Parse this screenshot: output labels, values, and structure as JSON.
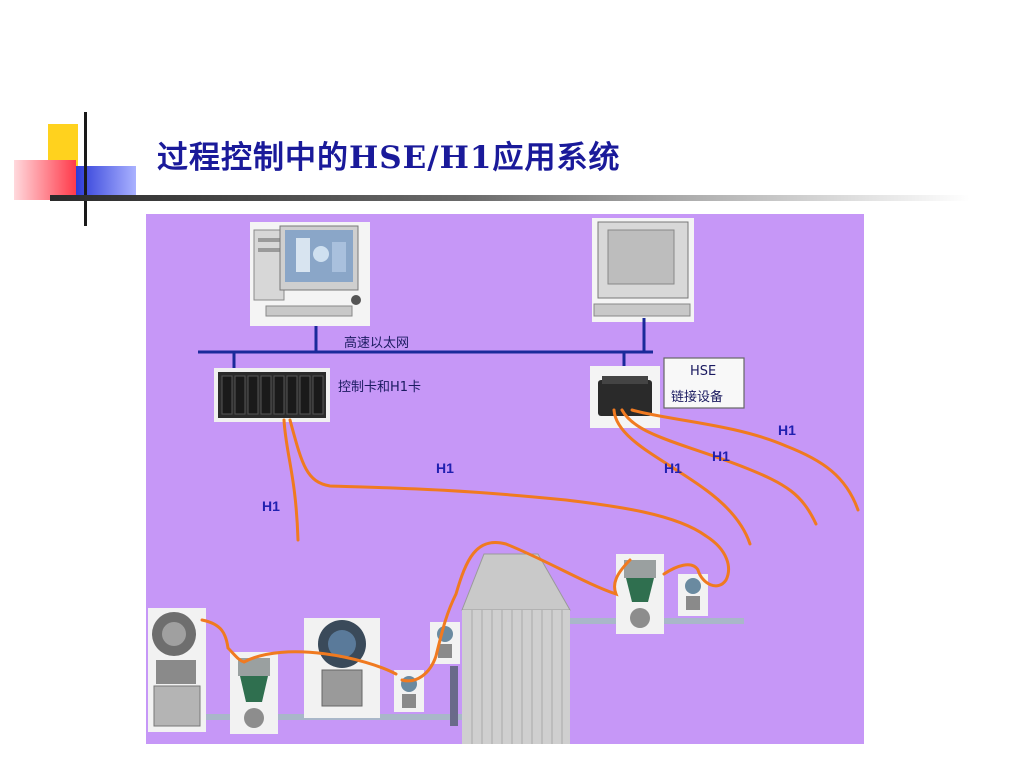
{
  "slide": {
    "title": "过程控制中的HSE/H1应用系统"
  },
  "diagram": {
    "network_label": "高速以太网",
    "controller_label": "控制卡和H1卡",
    "hse_box_line1": "HSE",
    "hse_box_line2": "链接设备",
    "h1_labels": [
      "H1",
      "H1",
      "H1",
      "H1",
      "H1"
    ],
    "colors": {
      "background": "#c697f7",
      "bus": "#1a2a9a",
      "fieldbus_cable": "#f07a20",
      "title": "#1a1a9a"
    }
  }
}
